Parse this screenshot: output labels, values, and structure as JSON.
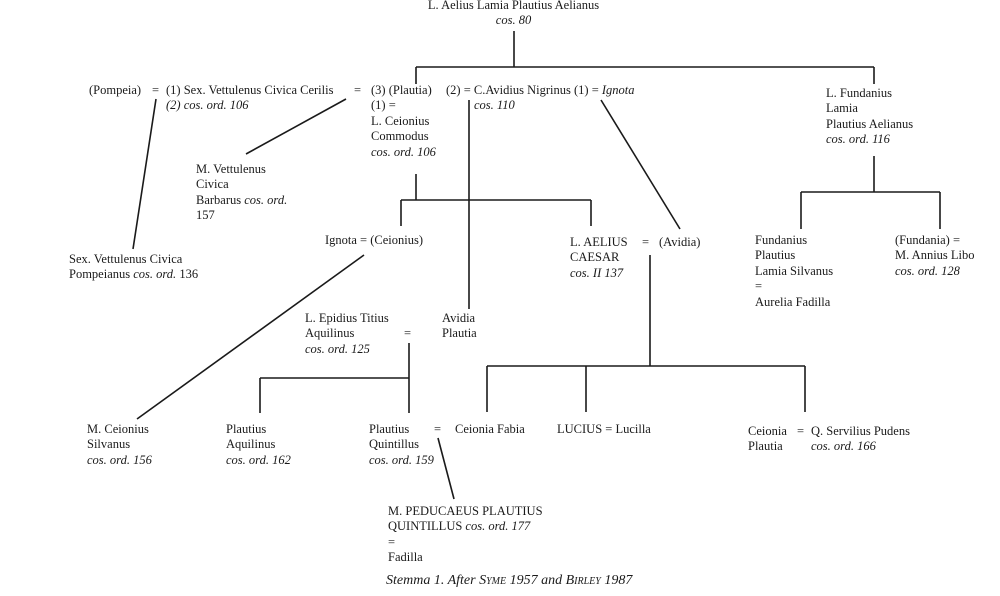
{
  "persons": {
    "aelius_lamia": {
      "name": "L. Aelius Lamia Plautius Aelianus",
      "office": "cos. 80"
    },
    "pompeia": {
      "name": "(Pompeia)"
    },
    "eq1": {
      "text": "="
    },
    "vettulenus_cerilis": {
      "name": "(1) Sex. Vettulenus Civica Cerilis",
      "office": "(2) cos. ord. 106"
    },
    "eq2": {
      "text": "="
    },
    "plautia": {
      "name": "(3) (Plautia)",
      "l2": "(1) =",
      "l3": "L. Ceionius",
      "l4": "Commodus",
      "office": "cos. ord. 106"
    },
    "nigrinus": {
      "name": "(2) = C.Avidius Nigrinus (1) = ",
      "ignota": "Ignota",
      "office": "cos. 110"
    },
    "fundanius_lamia": {
      "l1": "L. Fundanius",
      "l2": "Lamia",
      "l3": "Plautius Aelianus",
      "office": "cos. ord. 116"
    },
    "vettulenus_barbarus": {
      "l1": "M. Vettulenus",
      "l2": "Civica",
      "l3": "Barbarus ",
      "office": "cos. ord.",
      "l4": "157"
    },
    "vettulenus_pompeianus": {
      "l1": "Sex. Vettulenus Civica",
      "l2": "Pompeianus ",
      "office": "cos. ord.",
      "num": " 136"
    },
    "ignota_ceionius": {
      "name": "Ignota = (Ceionius)"
    },
    "aelius_caesar": {
      "l1": "L. AELIUS",
      "l2": "CAESAR",
      "office": "cos. II 137"
    },
    "eq_avidia": {
      "text": "="
    },
    "avidia": {
      "name": "(Avidia)"
    },
    "fundanius_silvanus": {
      "l1": "Fundanius",
      "l2": "Plautius",
      "l3": "Lamia Silvanus",
      "l4": "=",
      "l5": "Aurelia Fadilla"
    },
    "fundania": {
      "l1": "(Fundania) =",
      "l2": "M. Annius Libo",
      "office": "cos. ord. 128"
    },
    "epidius": {
      "l1": "L. Epidius Titius",
      "l2": "Aquilinus",
      "office": "cos. ord. 125"
    },
    "eq_epidius": {
      "text": "="
    },
    "avidia_plautia": {
      "l1": "Avidia",
      "l2": "Plautia"
    },
    "ceionius_silvanus": {
      "l1": "M. Ceionius",
      "l2": "Silvanus",
      "office": "cos. ord. 156"
    },
    "plautius_aquilinus": {
      "l1": "Plautius",
      "l2": "Aquilinus",
      "office": "cos. ord. 162"
    },
    "plautius_quintillus": {
      "l1": "Plautius",
      "l2": "Quintillus",
      "office": "cos. ord. 159"
    },
    "eq_fabia": {
      "text": "="
    },
    "ceionia_fabia": {
      "name": "Ceionia Fabia"
    },
    "lucius": {
      "name": "LUCIUS = Lucilla"
    },
    "ceionia_plautia": {
      "l1": "Ceionia",
      "l2": "Plautia",
      "eq": "="
    },
    "servilius": {
      "name": "Q. Servilius Pudens",
      "office": "cos. ord. 166"
    },
    "peducaeus": {
      "l1": "M. PEDUCAEUS PLAUTIUS",
      "l2": "QUINTILLUS ",
      "office": "cos. ord. 177",
      "l3": "=",
      "l4": "Fadilla"
    }
  },
  "caption": {
    "prefix": "Stemma 1. After ",
    "syme": "Syme",
    "mid": " 1957 and ",
    "birley": "Birley",
    "suffix": " 1987"
  }
}
